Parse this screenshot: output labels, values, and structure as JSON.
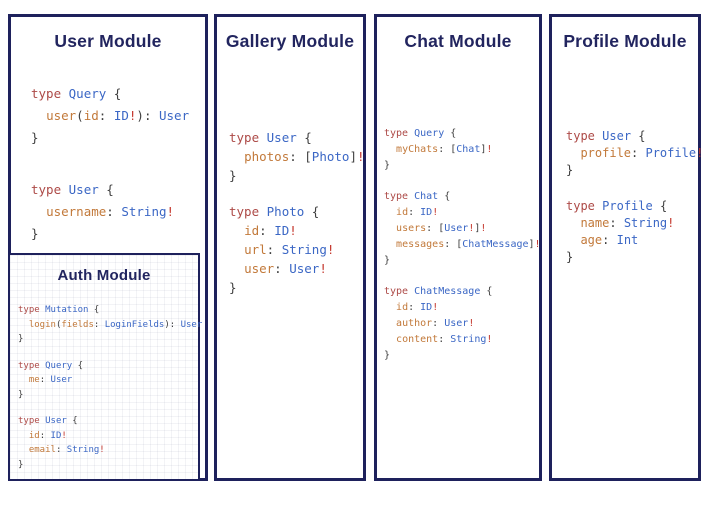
{
  "colors": {
    "border_navy": "#1e215c",
    "title_navy": "#22255f",
    "keyword_red": "#ad4a47",
    "type_blue": "#3b67c5",
    "field_orange": "#c2793a",
    "bang_red": "#c4372d",
    "punctuation_gray": "#3f3f3f",
    "background": "#ffffff"
  },
  "modules": {
    "user": {
      "title": "User Module",
      "blocks": [
        [
          [
            [
              "k",
              "type"
            ],
            [
              "p",
              " "
            ],
            [
              "t",
              "Query"
            ],
            [
              "p",
              " {"
            ]
          ],
          [
            [
              "p",
              "  "
            ],
            [
              "f",
              "user"
            ],
            [
              "p",
              "("
            ],
            [
              "f",
              "id"
            ],
            [
              "p",
              ": "
            ],
            [
              "t",
              "ID"
            ],
            [
              "b",
              "!"
            ],
            [
              "p",
              "): "
            ],
            [
              "t",
              "User"
            ]
          ],
          [
            [
              "p",
              "}"
            ]
          ]
        ],
        [
          [
            [
              "k",
              "type"
            ],
            [
              "p",
              " "
            ],
            [
              "t",
              "User"
            ],
            [
              "p",
              " {"
            ]
          ],
          [
            [
              "p",
              "  "
            ],
            [
              "f",
              "username"
            ],
            [
              "p",
              ": "
            ],
            [
              "t",
              "String"
            ],
            [
              "b",
              "!"
            ]
          ],
          [
            [
              "p",
              "}"
            ]
          ]
        ]
      ]
    },
    "auth": {
      "title": "Auth Module",
      "blocks": [
        [
          [
            [
              "k",
              "type"
            ],
            [
              "p",
              " "
            ],
            [
              "t",
              "Mutation"
            ],
            [
              "p",
              " {"
            ]
          ],
          [
            [
              "p",
              "  "
            ],
            [
              "f",
              "login"
            ],
            [
              "p",
              "("
            ],
            [
              "f",
              "fields"
            ],
            [
              "p",
              ": "
            ],
            [
              "t",
              "LoginFields"
            ],
            [
              "p",
              "): "
            ],
            [
              "t",
              "User"
            ]
          ],
          [
            [
              "p",
              "}"
            ]
          ]
        ],
        [
          [
            [
              "k",
              "type"
            ],
            [
              "p",
              " "
            ],
            [
              "t",
              "Query"
            ],
            [
              "p",
              " {"
            ]
          ],
          [
            [
              "p",
              "  "
            ],
            [
              "f",
              "me"
            ],
            [
              "p",
              ": "
            ],
            [
              "t",
              "User"
            ]
          ],
          [
            [
              "p",
              "}"
            ]
          ]
        ],
        [
          [
            [
              "k",
              "type"
            ],
            [
              "p",
              " "
            ],
            [
              "t",
              "User"
            ],
            [
              "p",
              " {"
            ]
          ],
          [
            [
              "p",
              "  "
            ],
            [
              "f",
              "id"
            ],
            [
              "p",
              ": "
            ],
            [
              "t",
              "ID"
            ],
            [
              "b",
              "!"
            ]
          ],
          [
            [
              "p",
              "  "
            ],
            [
              "f",
              "email"
            ],
            [
              "p",
              ": "
            ],
            [
              "t",
              "String"
            ],
            [
              "b",
              "!"
            ]
          ],
          [
            [
              "p",
              "}"
            ]
          ]
        ]
      ]
    },
    "gallery": {
      "title": "Gallery Module",
      "blocks": [
        [
          [
            [
              "k",
              "type"
            ],
            [
              "p",
              " "
            ],
            [
              "t",
              "User"
            ],
            [
              "p",
              " {"
            ]
          ],
          [
            [
              "p",
              "  "
            ],
            [
              "f",
              "photos"
            ],
            [
              "p",
              ": ["
            ],
            [
              "t",
              "Photo"
            ],
            [
              "p",
              "]"
            ],
            [
              "b",
              "!"
            ]
          ],
          [
            [
              "p",
              "}"
            ]
          ]
        ],
        [
          [
            [
              "k",
              "type"
            ],
            [
              "p",
              " "
            ],
            [
              "t",
              "Photo"
            ],
            [
              "p",
              " {"
            ]
          ],
          [
            [
              "p",
              "  "
            ],
            [
              "f",
              "id"
            ],
            [
              "p",
              ": "
            ],
            [
              "t",
              "ID"
            ],
            [
              "b",
              "!"
            ]
          ],
          [
            [
              "p",
              "  "
            ],
            [
              "f",
              "url"
            ],
            [
              "p",
              ": "
            ],
            [
              "t",
              "String"
            ],
            [
              "b",
              "!"
            ]
          ],
          [
            [
              "p",
              "  "
            ],
            [
              "f",
              "user"
            ],
            [
              "p",
              ": "
            ],
            [
              "t",
              "User"
            ],
            [
              "b",
              "!"
            ]
          ],
          [
            [
              "p",
              "}"
            ]
          ]
        ]
      ]
    },
    "chat": {
      "title": "Chat Module",
      "blocks": [
        [
          [
            [
              "k",
              "type"
            ],
            [
              "p",
              " "
            ],
            [
              "t",
              "Query"
            ],
            [
              "p",
              " {"
            ]
          ],
          [
            [
              "p",
              "  "
            ],
            [
              "f",
              "myChats"
            ],
            [
              "p",
              ": ["
            ],
            [
              "t",
              "Chat"
            ],
            [
              "p",
              "]"
            ],
            [
              "b",
              "!"
            ]
          ],
          [
            [
              "p",
              "}"
            ]
          ]
        ],
        [
          [
            [
              "k",
              "type"
            ],
            [
              "p",
              " "
            ],
            [
              "t",
              "Chat"
            ],
            [
              "p",
              " {"
            ]
          ],
          [
            [
              "p",
              "  "
            ],
            [
              "f",
              "id"
            ],
            [
              "p",
              ": "
            ],
            [
              "t",
              "ID"
            ],
            [
              "b",
              "!"
            ]
          ],
          [
            [
              "p",
              "  "
            ],
            [
              "f",
              "users"
            ],
            [
              "p",
              ": ["
            ],
            [
              "t",
              "User"
            ],
            [
              "b",
              "!"
            ],
            [
              "p",
              "]"
            ],
            [
              "b",
              "!"
            ]
          ],
          [
            [
              "p",
              "  "
            ],
            [
              "f",
              "messages"
            ],
            [
              "p",
              ": ["
            ],
            [
              "t",
              "ChatMessage"
            ],
            [
              "p",
              "]"
            ],
            [
              "b",
              "!"
            ]
          ],
          [
            [
              "p",
              "}"
            ]
          ]
        ],
        [
          [
            [
              "k",
              "type"
            ],
            [
              "p",
              " "
            ],
            [
              "t",
              "ChatMessage"
            ],
            [
              "p",
              " {"
            ]
          ],
          [
            [
              "p",
              "  "
            ],
            [
              "f",
              "id"
            ],
            [
              "p",
              ": "
            ],
            [
              "t",
              "ID"
            ],
            [
              "b",
              "!"
            ]
          ],
          [
            [
              "p",
              "  "
            ],
            [
              "f",
              "author"
            ],
            [
              "p",
              ": "
            ],
            [
              "t",
              "User"
            ],
            [
              "b",
              "!"
            ]
          ],
          [
            [
              "p",
              "  "
            ],
            [
              "f",
              "content"
            ],
            [
              "p",
              ": "
            ],
            [
              "t",
              "String"
            ],
            [
              "b",
              "!"
            ]
          ],
          [
            [
              "p",
              "}"
            ]
          ]
        ]
      ]
    },
    "profile": {
      "title": "Profile Module",
      "blocks": [
        [
          [
            [
              "k",
              "type"
            ],
            [
              "p",
              " "
            ],
            [
              "t",
              "User"
            ],
            [
              "p",
              " {"
            ]
          ],
          [
            [
              "p",
              "  "
            ],
            [
              "f",
              "profile"
            ],
            [
              "p",
              ": "
            ],
            [
              "t",
              "Profile"
            ],
            [
              "b",
              "!"
            ]
          ],
          [
            [
              "p",
              "}"
            ]
          ]
        ],
        [
          [
            [
              "k",
              "type"
            ],
            [
              "p",
              " "
            ],
            [
              "t",
              "Profile"
            ],
            [
              "p",
              " {"
            ]
          ],
          [
            [
              "p",
              "  "
            ],
            [
              "f",
              "name"
            ],
            [
              "p",
              ": "
            ],
            [
              "t",
              "String"
            ],
            [
              "b",
              "!"
            ]
          ],
          [
            [
              "p",
              "  "
            ],
            [
              "f",
              "age"
            ],
            [
              "p",
              ": "
            ],
            [
              "t",
              "Int"
            ]
          ],
          [
            [
              "p",
              "}"
            ]
          ]
        ]
      ]
    }
  }
}
